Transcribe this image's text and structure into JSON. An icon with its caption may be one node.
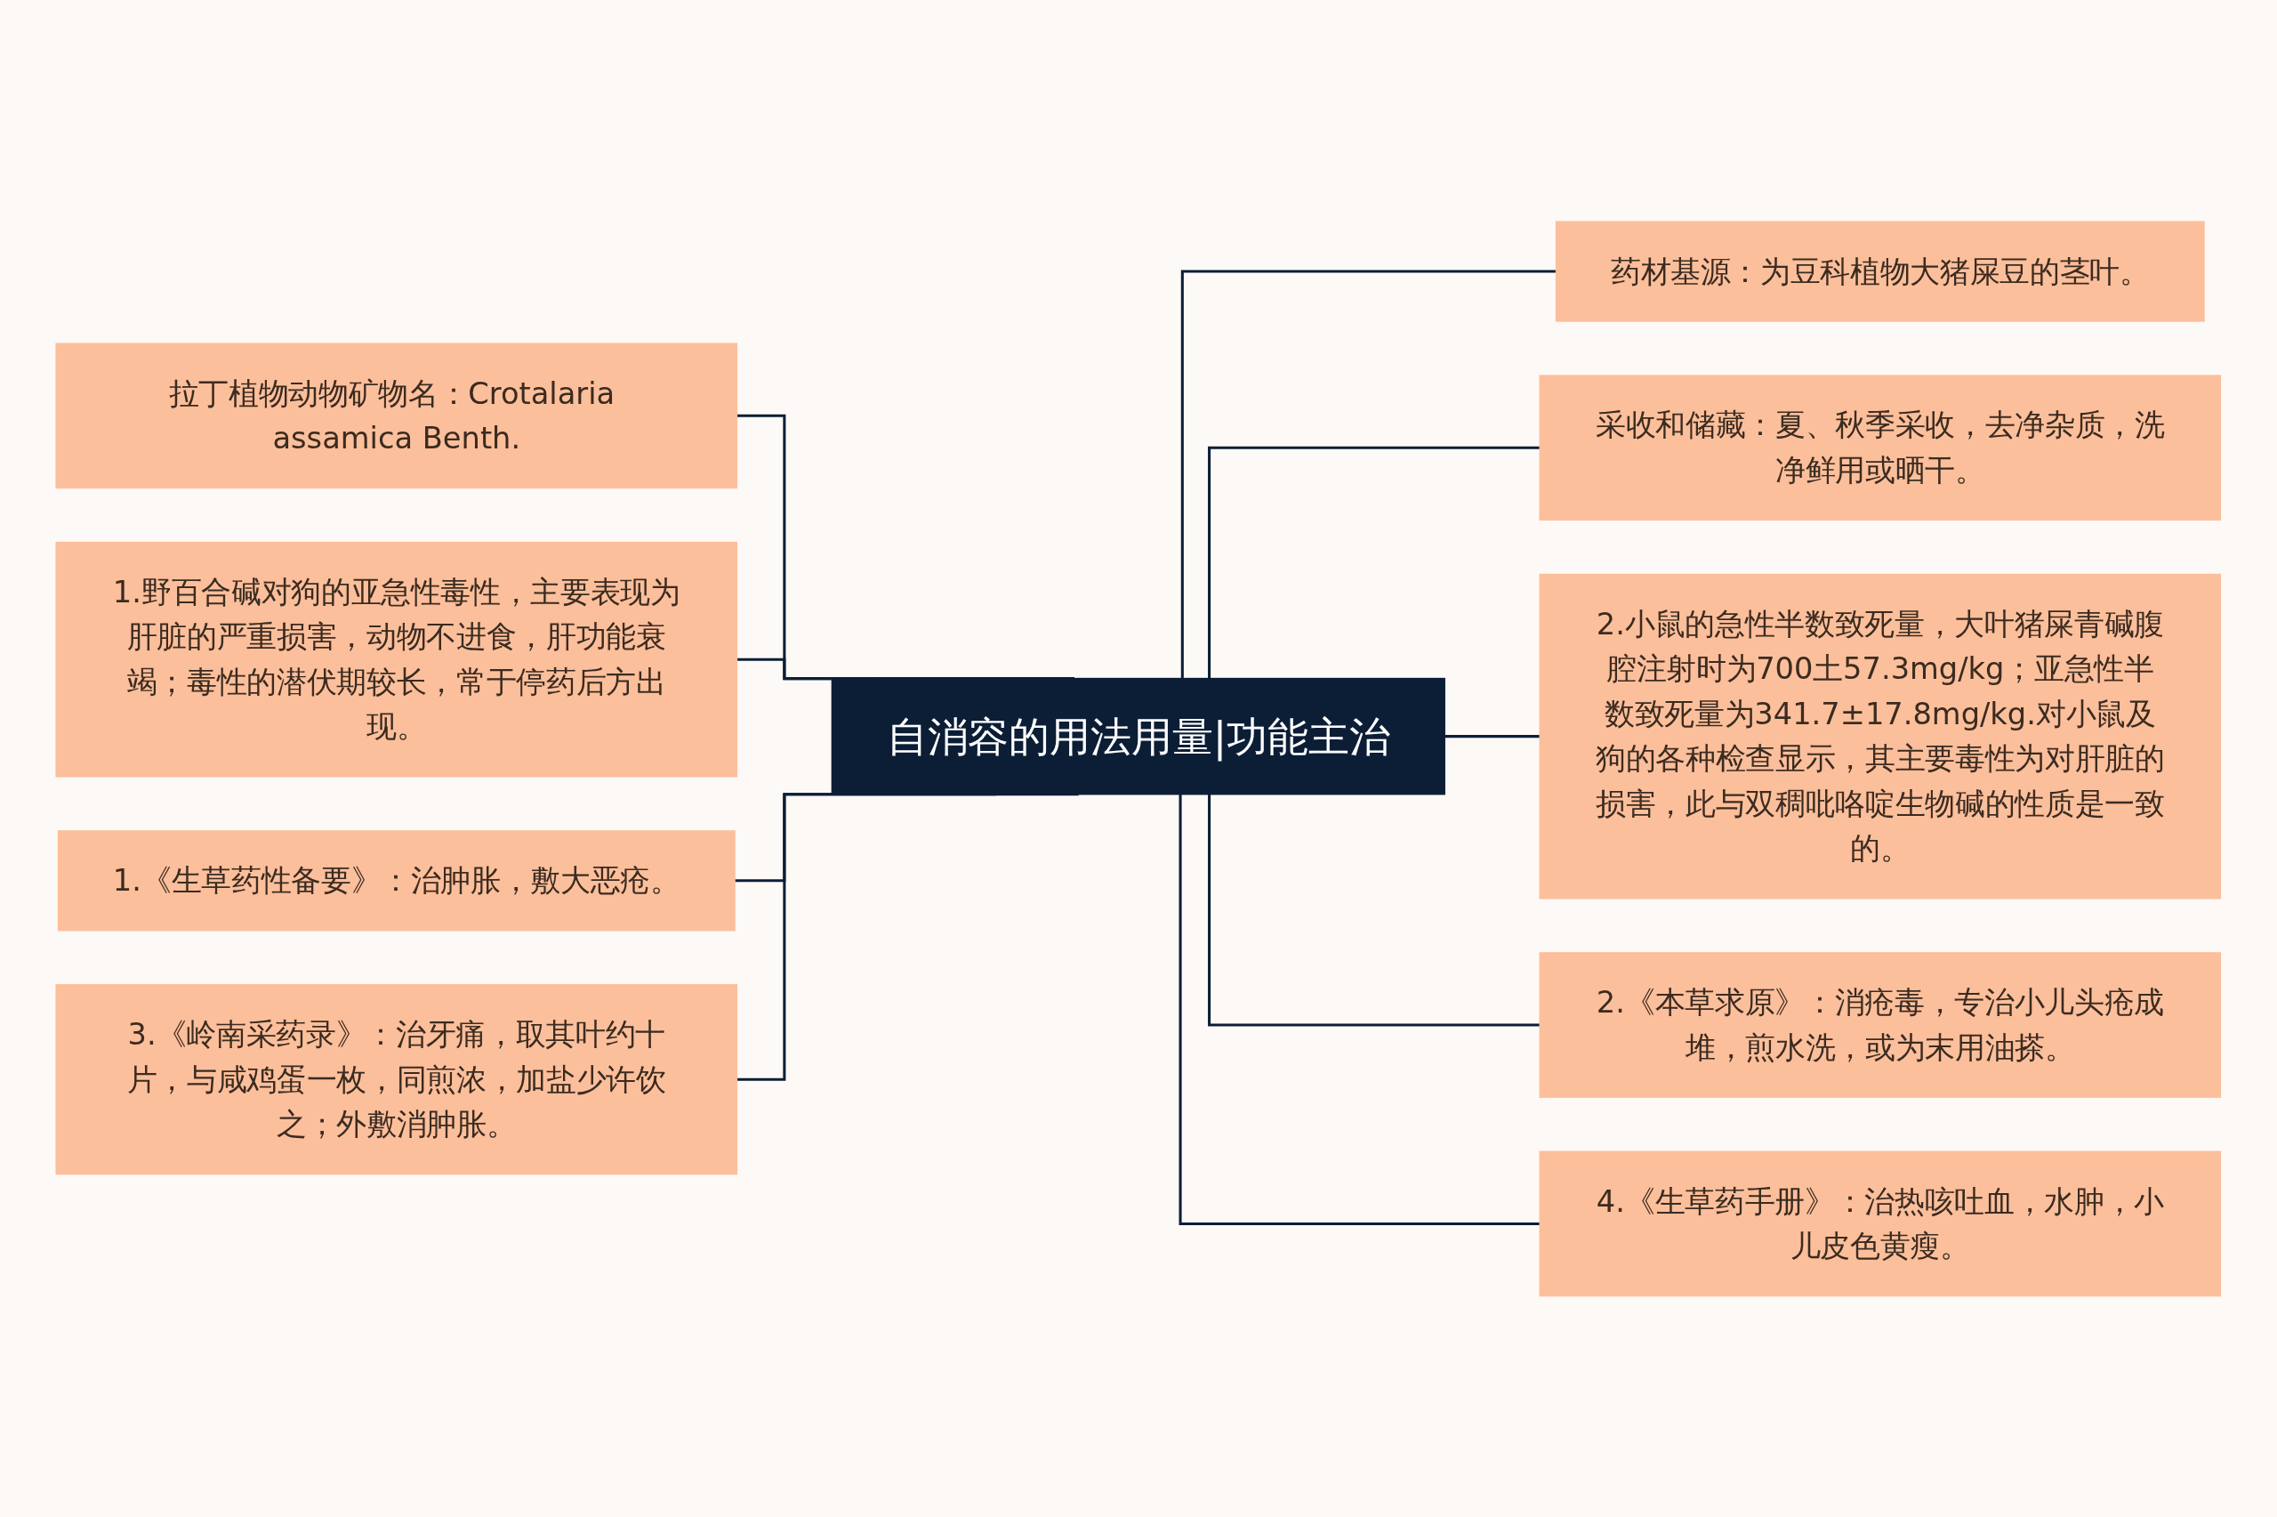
{
  "diagram": {
    "nodes": [
      {
        "text": [
          "自消容的用法用量|功能主治"
        ]
      },
      {
        "text": [
          "拉丁植物动物矿物名：Crotalaria assamica Benth."
        ]
      },
      {
        "text": [
          "1.野百合碱对狗的亚急性毒性，主要表现为肝脏的严重损害，动物不进食，肝功能衰竭；毒性的潜伏期较长，常于停药后方出现。"
        ]
      },
      {
        "text": [
          "1.《生草药性备要》：治肿胀，敷大恶疮。"
        ]
      },
      {
        "text": [
          "3.《岭南采药录》：治牙痛，取其叶约十片，与咸鸡蛋一枚，同煎浓，加盐少许饮之；外敷消肿胀。"
        ]
      },
      {
        "text": [
          "药材基源：为豆科植物大猪屎豆的茎叶。"
        ]
      },
      {
        "text": [
          "采收和储藏：夏、秋季采收，去净杂质，洗净鲜用或晒干。"
        ]
      },
      {
        "text": [
          "2.小鼠的急性半数致死量，大叶猪屎青碱腹腔注射时为700土57.3mg/kg；亚急性半数致死量为341.7±17.8mg/kg.对小鼠及狗的各种检查显示，其主要毒性为对肝脏的损害，此与双稠吡咯啶生物碱的性质是一致的。"
        ]
      },
      {
        "text": [
          "2.《本草求原》：消疮毒，专治小儿头疮成堆，煎水洗，或为末用油搽。"
        ]
      },
      {
        "text": [
          "4.《生草药手册》：治热咳吐血，水肿，小儿皮色黄瘦。"
        ]
      }
    ],
    "edges": [
      {
        "from": 0,
        "to": 1,
        "arrow": "none"
      },
      {
        "from": 0,
        "to": 2,
        "arrow": "none"
      },
      {
        "from": 0,
        "to": 3,
        "arrow": "none"
      },
      {
        "from": 0,
        "to": 4,
        "arrow": "none"
      },
      {
        "from": 0,
        "to": 5,
        "arrow": "none"
      },
      {
        "from": 0,
        "to": 6,
        "arrow": "none"
      },
      {
        "from": 0,
        "to": 7,
        "arrow": "none"
      },
      {
        "from": 0,
        "to": 8,
        "arrow": "none"
      },
      {
        "from": 0,
        "to": 9,
        "arrow": "none"
      }
    ]
  }
}
